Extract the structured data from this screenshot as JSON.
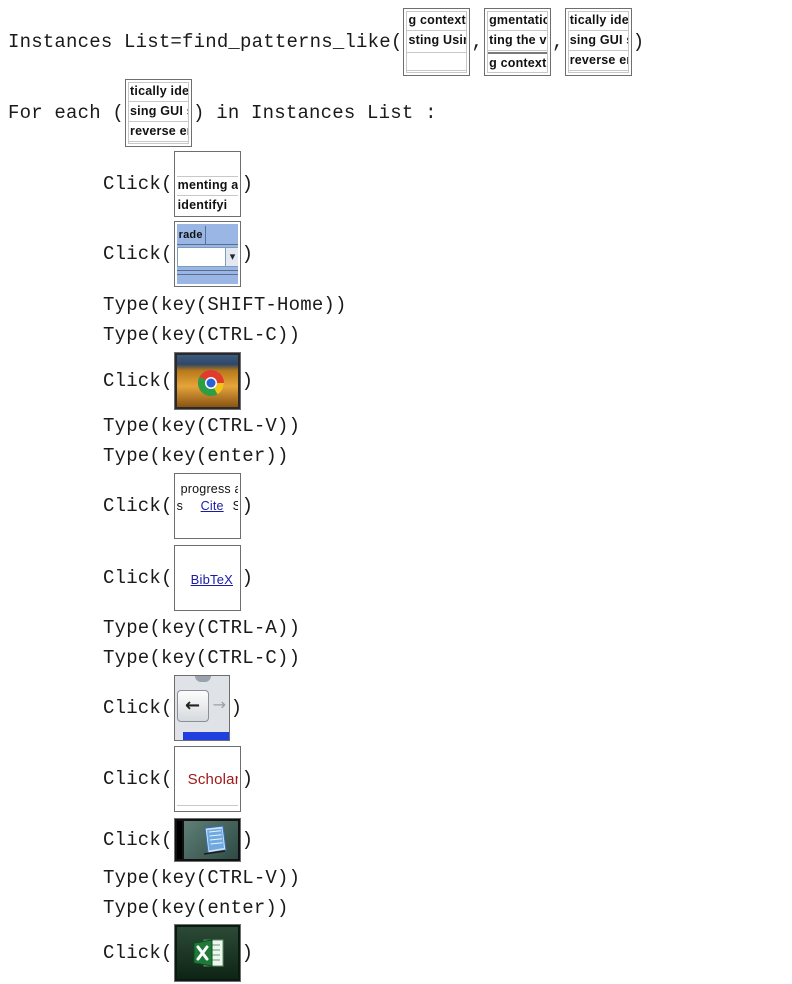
{
  "script": {
    "line1": {
      "prefix": "Instances List=find_patterns_like(",
      "sep1": ",",
      "sep2": ",",
      "suffix": ")"
    },
    "line2": {
      "prefix": "For each (",
      "suffix": ") in Instances List :"
    },
    "click": "Click(",
    "close": ")",
    "type_shift_home": "Type(key(SHIFT-Home))",
    "type_ctrl_c": "Type(key(CTRL-C))",
    "type_ctrl_v": "Type(key(CTRL-V))",
    "type_enter": "Type(key(enter))",
    "type_ctrl_a": "Type(key(CTRL-A))"
  },
  "thumbs": {
    "pattern1": [
      "g context",
      "sting Using"
    ],
    "pattern2": [
      "gmentatic",
      "ting the vi",
      "g contextu"
    ],
    "pattern3": [
      "tically ider",
      "sing GUI sc",
      "reverse er"
    ],
    "loopvar": [
      "tically ider",
      "sing GUI sc",
      "reverse er"
    ],
    "para": [
      "menting a",
      "identifyi"
    ],
    "dropdown": {
      "label": "rade",
      "arrow": "▾"
    },
    "chrome": "chrome-icon",
    "cite": {
      "top": "progress  a",
      "left": "s",
      "link": "Cite",
      "right": "S"
    },
    "bibtex": "BibTeX",
    "back": {
      "arrow": "←",
      "fwd": "→"
    },
    "scholar": "Scholar",
    "notepad": "notepad-icon",
    "excel": "excel-icon"
  },
  "colors": {
    "text": "#1a1a1a",
    "link": "#1a1aa8",
    "scholar": "#a01818",
    "selection": "#1f3fe0",
    "dropdown_bg": "#9ab6e4"
  }
}
